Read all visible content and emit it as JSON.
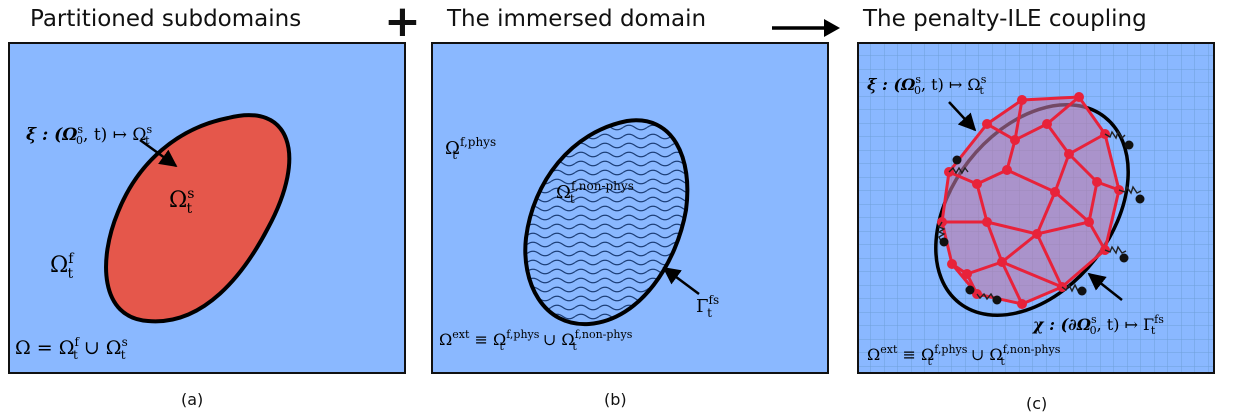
{
  "colors": {
    "fluid": "#8ab8ff",
    "solid": "#e5574b",
    "outline": "#000000",
    "mesh_red": "#e8223a",
    "grid": "#6f9fd8"
  },
  "titles": {
    "a": "Partitioned subdomains",
    "b": "The immersed domain",
    "c": "The penalty-ILE coupling"
  },
  "operators": {
    "plus": "+"
  },
  "sublabels": {
    "a": "(a)",
    "b": "(b)",
    "c": "(c)"
  },
  "panel_a": {
    "map_label": {
      "pre": "ξ : (Ω",
      "s1": "s",
      "b1": "0",
      "mid": ", t) ↦ Ω",
      "s2": "s",
      "b2": "t"
    },
    "solid_label": {
      "base": "Ω",
      "sup": "s",
      "sub": "t"
    },
    "fluid_label": {
      "base": "Ω",
      "sup": "f",
      "sub": "t"
    },
    "domain_eq": {
      "lhs": "Ω = Ω",
      "sup1": "f",
      "sub1": "t",
      "mid": " ∪ Ω",
      "sup2": "s",
      "sub2": "t"
    }
  },
  "panel_b": {
    "phys_label": {
      "base": "Ω",
      "sup": "f,phys",
      "sub": "t"
    },
    "nonphys_label": {
      "base": "Ω",
      "sup": "f,non-phys",
      "sub": "t"
    },
    "interface_label": {
      "base": "Γ",
      "sup": "fs",
      "sub": "t"
    },
    "domain_eq": {
      "lhs": "Ω",
      "sup0": "ext",
      "mid1": " ≡ Ω",
      "sup1": "f,phys",
      "sub1": "t",
      "mid2": " ∪ Ω",
      "sup2": "f,non-phys",
      "sub2": "t"
    }
  },
  "panel_c": {
    "map_label": {
      "pre": "ξ : (Ω",
      "s1": "s",
      "b1": "0",
      "mid": ", t) ↦ Ω",
      "s2": "s",
      "b2": "t"
    },
    "chi_label": {
      "pre": "χ : (∂Ω",
      "s1": "s",
      "b1": "0",
      "mid": ", t) ↦ Γ",
      "s2": "fs",
      "b2": "t"
    },
    "domain_eq": {
      "lhs": "Ω",
      "sup0": "ext",
      "mid1": " ≡ Ω",
      "sup1": "f,phys",
      "sub1": "t",
      "mid2": " ∪ Ω",
      "sup2": "f,non-phys",
      "sub2": "t"
    }
  }
}
